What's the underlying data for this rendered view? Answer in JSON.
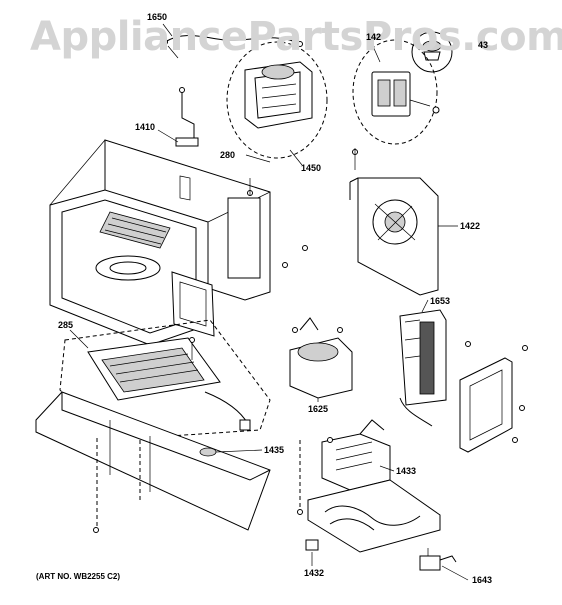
{
  "watermark": "AppliancePartsPros.com",
  "art_number": "(ART NO. WB2255 C2)",
  "callouts": {
    "c1650": "1650",
    "c142": "142",
    "c143": "43",
    "c1410": "1410",
    "c280": "280",
    "c1450": "1450",
    "c1422": "1422",
    "c285": "285",
    "c1653": "1653",
    "c1625": "1625",
    "c1435": "1435",
    "c1433": "1433",
    "c1432": "1432",
    "c1643": "1643"
  }
}
